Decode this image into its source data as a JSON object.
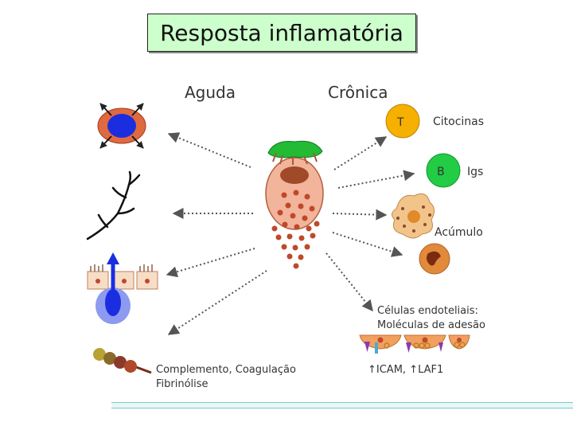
{
  "title": "Resposta inflamatória",
  "headers": {
    "acute": "Aguda",
    "chronic": "Crônica"
  },
  "cells": {
    "t": "T",
    "b": "B"
  },
  "labels": {
    "cytokines": "Citocinas",
    "igs": "Igs",
    "accumulation": "Acúmulo",
    "endothelial_line1": "Células endoteliais:",
    "endothelial_line2": "Moléculas de adesão",
    "icam": "↑ICAM, ↑LAF1",
    "complement_line1": "Complemento, Coagulação",
    "complement_line2": "Fibrinólise"
  },
  "colors": {
    "t_cell": "#f5b000",
    "b_cell": "#22cc44",
    "plasma": "#e8a07a",
    "granule": "#c0482a",
    "green_top": "#22bb33",
    "blue": "#1a2ee0",
    "red_cell": "#e06a40",
    "arrow": "#555555"
  }
}
